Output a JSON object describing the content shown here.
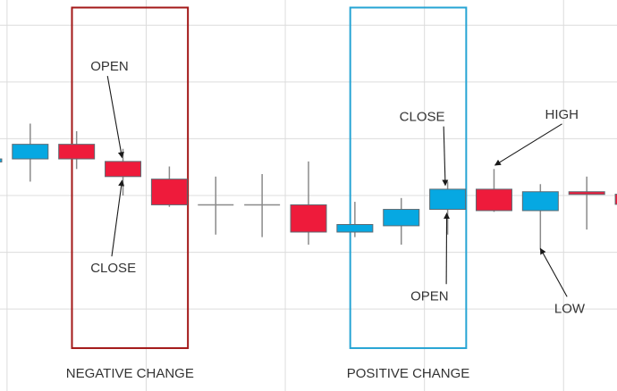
{
  "chart_data": {
    "type": "candlestick",
    "colors": {
      "up": "#06a8e2",
      "down": "#ee1b3b",
      "neg_box": "#a31818",
      "pos_box": "#26a4d4",
      "grid": "#dcdcdc"
    },
    "candles": [
      {
        "index": 1,
        "open": 45.8,
        "high": 53.0,
        "low": 31.0,
        "close": 47.0
      },
      {
        "index": 2,
        "open": 47.0,
        "high": 61.0,
        "low": 38.0,
        "close": 52.8
      },
      {
        "index": 3,
        "open": 52.8,
        "high": 58.0,
        "low": 43.0,
        "close": 47.0
      },
      {
        "index": 4,
        "open": 46.0,
        "high": 51.0,
        "low": 32.5,
        "close": 40.0
      },
      {
        "index": 5,
        "open": 39.0,
        "high": 44.0,
        "low": 28.0,
        "close": 28.8
      },
      {
        "index": 6,
        "open": 28.8,
        "high": 40.0,
        "low": 17.0,
        "close": 28.8
      },
      {
        "index": 7,
        "open": 28.8,
        "high": 41.0,
        "low": 16.0,
        "close": 28.8
      },
      {
        "index": 8,
        "open": 28.8,
        "high": 46.0,
        "low": 13.0,
        "close": 18.0
      },
      {
        "index": 9,
        "open": 18.0,
        "high": 30.0,
        "low": 16.0,
        "close": 21.0
      },
      {
        "index": 10,
        "open": 20.5,
        "high": 31.5,
        "low": 13.0,
        "close": 27.0
      },
      {
        "index": 11,
        "open": 27.0,
        "high": 38.0,
        "low": 17.0,
        "close": 35.0
      },
      {
        "index": 12,
        "open": 35.0,
        "high": 43.0,
        "low": 26.0,
        "close": 26.5
      },
      {
        "index": 13,
        "open": 26.5,
        "high": 37.0,
        "low": 11.0,
        "close": 34.0
      },
      {
        "index": 14,
        "open": 34.0,
        "high": 40.0,
        "low": 19.0,
        "close": 33.0
      },
      {
        "index": 15,
        "open": 33.0,
        "high": 40.0,
        "low": 24.0,
        "close": 29.0
      }
    ],
    "xlim": [
      0.5,
      15.5
    ],
    "ylim": [
      -45,
      110
    ],
    "grid": true,
    "boxes": [
      {
        "label": "NEGATIVE CHANGE",
        "from": 2.9,
        "to": 5.4,
        "y_top": 107,
        "y_bottom": -28
      },
      {
        "label": "POSITIVE CHANGE",
        "from": 8.9,
        "to": 11.4,
        "y_top": 107,
        "y_bottom": -28
      }
    ],
    "annotations": [
      {
        "text": "OPEN",
        "x": 3.3,
        "y": 82,
        "arrow_x": 3.98,
        "arrow_y": 47.5
      },
      {
        "text": "CLOSE",
        "x": 3.3,
        "y": 2,
        "arrow_x": 3.98,
        "arrow_y": 38.5
      },
      {
        "text": "CLOSE",
        "x": 9.96,
        "y": 62,
        "arrow_x": 10.95,
        "arrow_y": 36.5
      },
      {
        "text": "OPEN",
        "x": 10.2,
        "y": -9,
        "arrow_x": 10.98,
        "arrow_y": 25.5
      },
      {
        "text": "HIGH",
        "x": 13.1,
        "y": 63,
        "arrow_x": 12.02,
        "arrow_y": 44.5
      },
      {
        "text": "LOW",
        "x": 13.3,
        "y": -14,
        "arrow_x": 13.0,
        "arrow_y": 11.5
      }
    ]
  }
}
